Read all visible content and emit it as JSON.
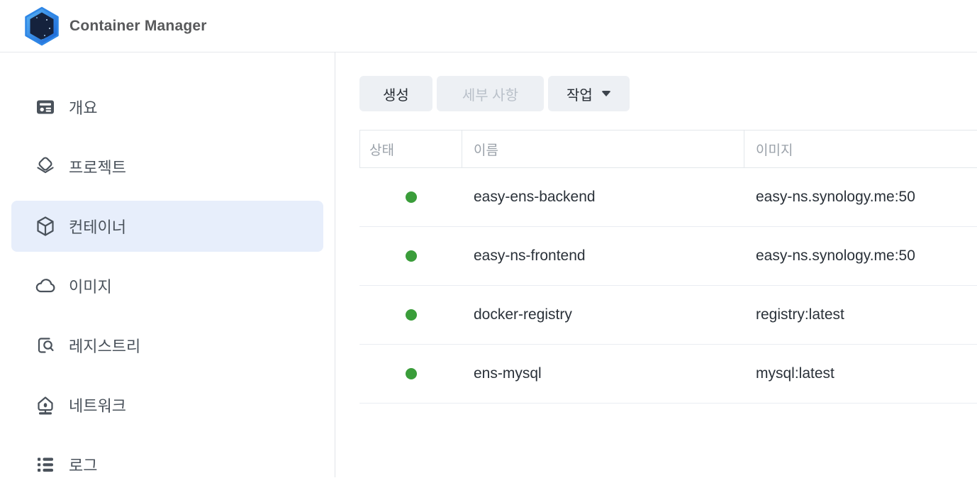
{
  "app": {
    "title": "Container Manager",
    "logo_icon": "container-manager-hexagon-logo"
  },
  "sidebar": {
    "items": [
      {
        "label": "개요",
        "icon": "overview-card-icon",
        "selected": false
      },
      {
        "label": "프로젝트",
        "icon": "projects-layers-icon",
        "selected": false
      },
      {
        "label": "컨테이너",
        "icon": "container-cube-icon",
        "selected": true
      },
      {
        "label": "이미지",
        "icon": "image-cloud-icon",
        "selected": false
      },
      {
        "label": "레지스트리",
        "icon": "registry-search-icon",
        "selected": false
      },
      {
        "label": "네트워크",
        "icon": "network-hub-icon",
        "selected": false
      },
      {
        "label": "로그",
        "icon": "log-list-icon",
        "selected": false
      }
    ]
  },
  "toolbar": {
    "create_label": "생성",
    "details_label": "세부 사항",
    "details_disabled": true,
    "action_label": "작업",
    "action_caret_icon": "chevron-down-icon"
  },
  "table": {
    "columns": {
      "status": "상태",
      "name": "이름",
      "image": "이미지"
    },
    "rows": [
      {
        "status": "running",
        "name": "easy-ens-backend",
        "image": "easy-ns.synology.me:50"
      },
      {
        "status": "running",
        "name": "easy-ns-frontend",
        "image": "easy-ns.synology.me:50"
      },
      {
        "status": "running",
        "name": "docker-registry",
        "image": "registry:latest"
      },
      {
        "status": "running",
        "name": "ens-mysql",
        "image": "mysql:latest"
      }
    ]
  },
  "colors": {
    "status_running": "#3a9d3a",
    "selected_item_bg": "#e7eefb",
    "button_bg": "#edf0f4",
    "logo_blue": "#1e7de0"
  }
}
